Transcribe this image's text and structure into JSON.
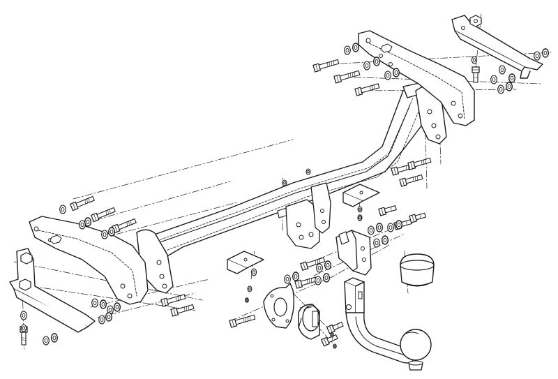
{
  "diagram": {
    "kind": "exploded-assembly-line-drawing",
    "colors": {
      "stroke": "#1a1a1a",
      "background": "#ffffff",
      "fill": "#ffffff",
      "shade": "#cfcfcf"
    },
    "parts": [
      "main-crossbar",
      "right-side-bracket",
      "right-top-bracket",
      "left-side-bracket",
      "left-bottom-bracket",
      "center-small-bracket",
      "right-small-bracket",
      "tow-bar-mount",
      "tow-ball-neck",
      "ball-cover-cap",
      "electrical-socket-plate",
      "electrical-socket",
      "bolt-set",
      "washer-nut-set"
    ]
  }
}
